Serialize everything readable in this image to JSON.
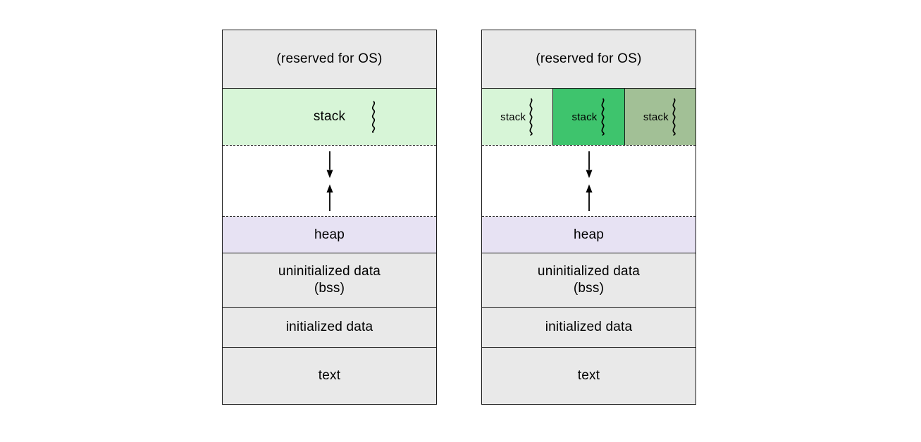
{
  "diagram_title": "process-memory-layout",
  "colors": {
    "section_gray": "#e9e9e9",
    "stack_green_light": "#d7f5d7",
    "stack_green_medium": "#3ec46d",
    "stack_green_muted": "#a2c096",
    "heap_purple": "#e7e2f3",
    "border_black": "#1c1c1c",
    "background_white": "#ffffff"
  },
  "icons": {
    "squiggle": "wavy-line-icon",
    "down_arrow": "stack-grows-down-arrow-icon",
    "up_arrow": "heap-grows-up-arrow-icon"
  },
  "left_column": {
    "reserved_label": "(reserved for OS)",
    "stack_label": "stack",
    "heap_label": "heap",
    "uninitialized_line1": "uninitialized data",
    "uninitialized_line2": "(bss)",
    "initialized_label": "initialized data",
    "text_label": "text"
  },
  "right_column": {
    "reserved_label": "(reserved for OS)",
    "stacks": [
      {
        "label": "stack",
        "color": "#d7f5d7"
      },
      {
        "label": "stack",
        "color": "#3ec46d"
      },
      {
        "label": "stack",
        "color": "#a2c096"
      }
    ],
    "heap_label": "heap",
    "uninitialized_line1": "uninitialized data",
    "uninitialized_line2": "(bss)",
    "initialized_label": "initialized data",
    "text_label": "text"
  }
}
